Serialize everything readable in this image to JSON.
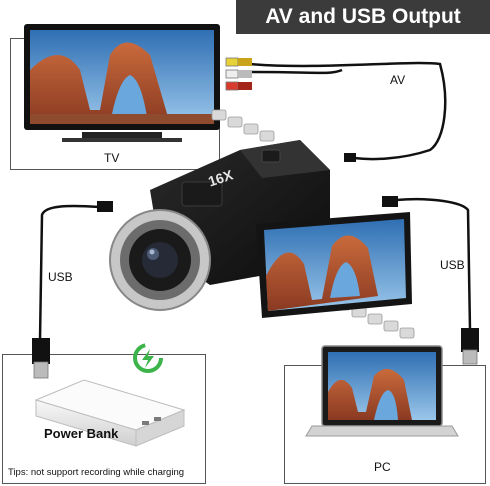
{
  "banner": {
    "title": "AV and USB Output"
  },
  "labels": {
    "tv": "TV",
    "av": "AV",
    "usb_left": "USB",
    "usb_right": "USB",
    "power_bank": "Power Bank",
    "pc": "PC",
    "tips": "Tips: not support recording while charging"
  },
  "camera": {
    "zoom_badge": "16X"
  },
  "colors": {
    "banner_bg": "#3b3b3b",
    "charge_icon": "#3cb44a",
    "sky": "#3f87c9",
    "rock": "#b5512d"
  }
}
